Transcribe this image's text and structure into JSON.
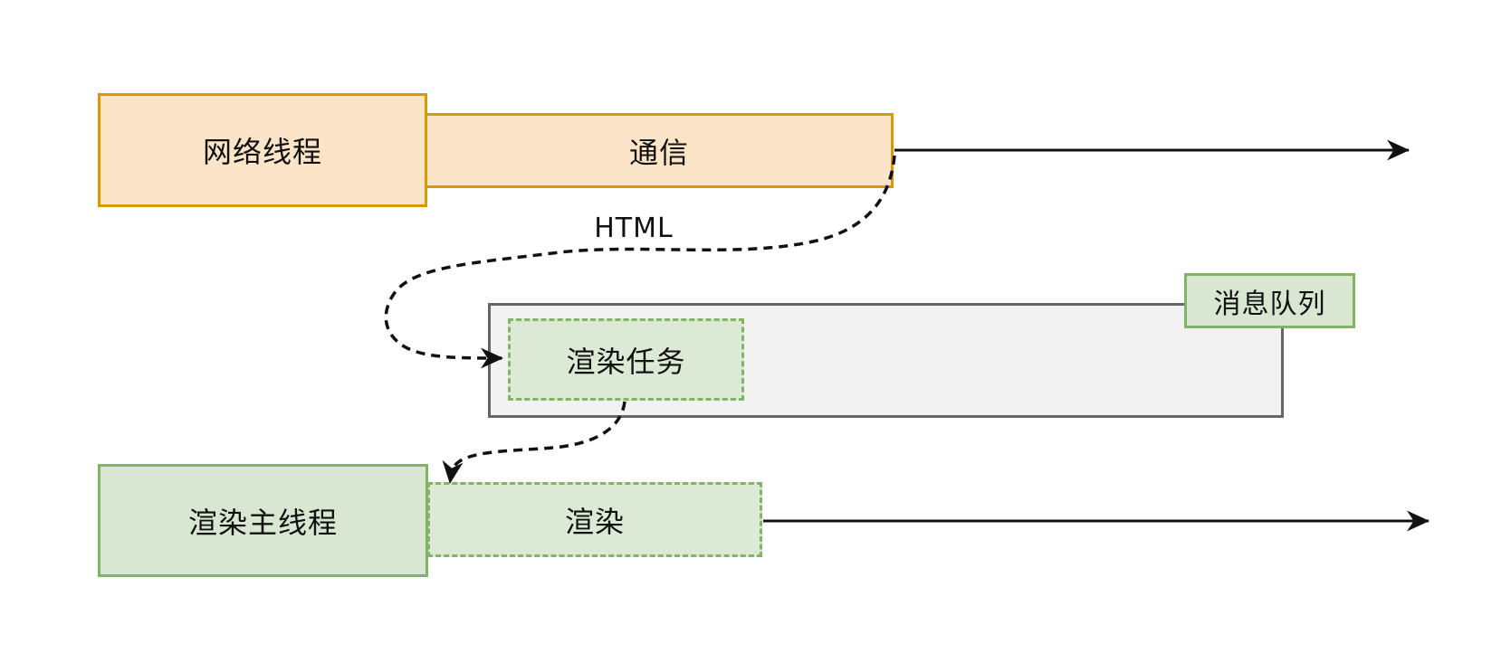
{
  "diagram": {
    "title_text_present": false,
    "labels": {
      "html": "HTML"
    },
    "nodes": {
      "network_thread": {
        "label": "网络线程"
      },
      "communication": {
        "label": "通信"
      },
      "message_queue": {
        "label": "消息队列"
      },
      "render_task": {
        "label": "渲染任务"
      },
      "render_main_thread": {
        "label": "渲染主线程"
      },
      "render": {
        "label": "渲染"
      }
    },
    "colors": {
      "orange_fill": "#FBE4C7",
      "orange_border": "#D79B00",
      "green_fill": "#D9E7D2",
      "green_dashed_fill": "#DCEAD5",
      "green_border": "#82B366",
      "gray_fill": "#F2F2F2",
      "gray_border": "#666666",
      "line_color": "#111111",
      "background": "#FFFFFF"
    }
  }
}
